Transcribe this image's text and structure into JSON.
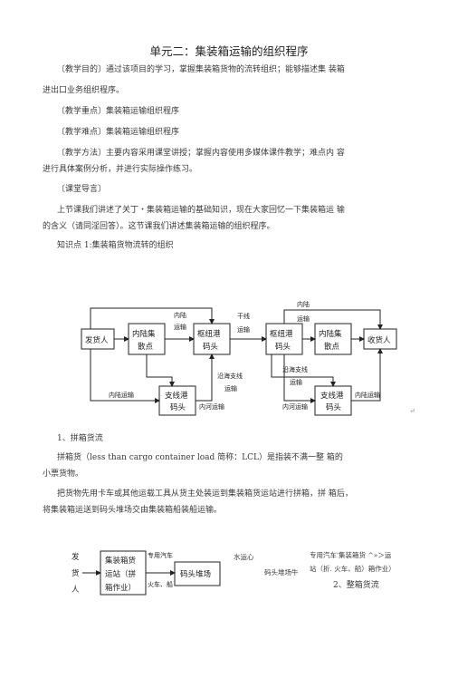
{
  "doc": {
    "title": "单元二：集装箱运输的组织程序",
    "objective_1": "〔教学目的〕通过该项目的学习，掌握集装箱货物的流转组织；能够描述集 装箱",
    "objective_2": "进出口业务组织程序。",
    "key_point": "〔教学重点〕集装箱运输组织程序",
    "difficulty": "〔教学难点〕集装箱运输组织程序",
    "method_1": "〔教学方法〕主要内容采用课堂讲授；掌握内容使用多媒体课件教学；难点内 容",
    "method_2": "进行具体案例分析，并进行实际操作练习。",
    "intro_heading": "〔课堂导言〕",
    "intro_1": "上节课我们讲述了关丁・集装箱运输的基础知识，现在大家回忆一下集装箱运 输",
    "intro_2": "的含义（请同淫回答）。这节课我们讲述集装箱运输的组织程序。",
    "kp1": "知识点 1:集装箱货物流转的组织",
    "s1_heading": "1、拼箱货流",
    "s1_p1_a": "拼箱货（less than cargo container load 简称：LCL）是指装不满一整 箱的",
    "s1_p1_b": "小票货物。",
    "s1_p2_a": "把货物先用卡车或其他运载工具从货主处装运到集装箱货运站进行拼箱，拼 箱后，",
    "s1_p2_b": "将集装箱运送到码头堆场交由集装箱船装船运输。",
    "return_mark": "↵"
  },
  "diagram1": {
    "shipper": "发货人",
    "inland_point_a": [
      "内陆集",
      "散点"
    ],
    "hub_port_a": [
      "枢纽港",
      "码头"
    ],
    "hub_port_b": [
      "枢纽港",
      "码头"
    ],
    "inland_point_b": [
      "内陆集",
      "散点"
    ],
    "consignee": "收货人",
    "feeder_port_a": [
      "支线港",
      "码头"
    ],
    "feeder_port_b": [
      "支线港",
      "码头"
    ],
    "lbl_inland_transport_top": [
      "内陆",
      "运输"
    ],
    "lbl_trunk": [
      "干线",
      "运输"
    ],
    "lbl_inland_top_right": [
      "内陆",
      "运输"
    ],
    "lbl_inland_transport_left": "内陆运输",
    "lbl_coastal_a": [
      "沿海支线",
      "运输"
    ],
    "lbl_inland_river_a": "内河运输",
    "lbl_coastal_b": [
      "沿海支线",
      "运输"
    ],
    "lbl_inland_river_b": "内河运输",
    "lbl_inland_transport_right": "内陆运输"
  },
  "diagram2": {
    "shipper": [
      "发",
      "货",
      "人"
    ],
    "station": [
      "集装箱货",
      "运站（拼",
      "箱作业）"
    ],
    "truck_top": "专用汽车",
    "truck_bottom": "火车、船",
    "yard": "码头堆场",
    "water_label": "水运心",
    "yard_right": "码头堆场牛",
    "right_line_1": "专用汽车'集装箱货 ^»＞运",
    "right_line_2": "站（折. 火车、船）箱作业）",
    "s2_heading": "2、整箱货流"
  }
}
